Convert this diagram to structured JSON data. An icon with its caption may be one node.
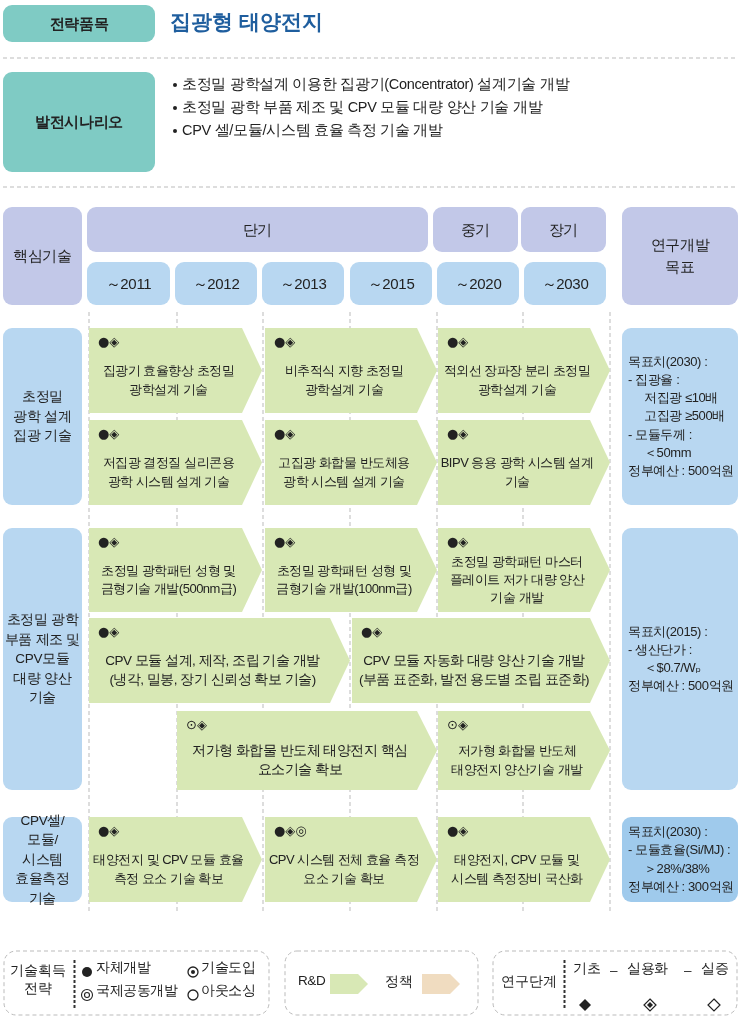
{
  "diagram": {
    "title": "집광형 태양전지",
    "nodes": [
      {
        "text": [
          "전략품목"
        ]
      },
      {
        "text": [
          "발전시나리오"
        ],
        "beside": [
          "초정밀 광학설계 이용한 집광기(Concentrator) 설계기술 개발",
          "초정밀 광학 부품 제조 및 CPV 모듈 대량 양산 기술 개발",
          "CPV 셀/모듈/시스템 효율 측정 기술 개발"
        ]
      },
      {
        "text": [
          "핵심기술"
        ]
      },
      {
        "text": [
          "단기"
        ]
      },
      {
        "text": [
          "중기"
        ]
      },
      {
        "text": [
          "장기"
        ]
      },
      {
        "text": [
          "연구개발 목표"
        ]
      },
      {
        "text": [
          "～2011"
        ]
      },
      {
        "text": [
          "～2012"
        ]
      },
      {
        "text": [
          "～2013"
        ]
      },
      {
        "text": [
          "～2015"
        ]
      },
      {
        "text": [
          "～2020"
        ]
      },
      {
        "text": [
          "～2030"
        ]
      },
      {
        "text": [
          "초정밀 광학 설계 집광 기술"
        ]
      },
      {
        "text": [
          "●◈",
          "집광기 효율향상 초정밀 광학설계 기술"
        ]
      },
      {
        "text": [
          "●◈",
          "비추적식 지향 초정밀 광학설계 기술"
        ]
      },
      {
        "text": [
          "●◈",
          "적외선 장파장 분리 초정밀 광학설계 기술"
        ]
      },
      {
        "text": [
          "●◈",
          "저집광 결정질 실리콘용 광학 시스템 설계 기술"
        ]
      },
      {
        "text": [
          "●◈",
          "고집광 화합물 반도체용 광학 시스템 설계 기술"
        ]
      },
      {
        "text": [
          "●◈",
          "BIPV 응용 광학 시스템 설계 기술"
        ]
      },
      {
        "text": [
          "목표치(2030) :",
          "- 집광율 :",
          "저집광 ≤10배",
          "고집광 ≥500배",
          "- 모듈두께 :",
          "＜50mm",
          "정부예산 : 500억원"
        ]
      },
      {
        "text": [
          "초정밀 광학 부품 제조 및 CPV모듈 대량 양산 기술"
        ]
      },
      {
        "text": [
          "●◈",
          "초정밀 광학패턴 성형 및 금형기술 개발(500nm급)"
        ]
      },
      {
        "text": [
          "●◈",
          "초정밀 광학패턴 성형 및 금형기술 개발(100nm급)"
        ]
      },
      {
        "text": [
          "●◈",
          "초정밀 광학패턴 마스터 플레이트 저가 대량 양산 기술 개발"
        ]
      },
      {
        "text": [
          "●◈",
          "CPV 모듈 설계, 제작, 조립 기술 개발 (냉각, 밀봉, 장기 신뢰성 확보 기술)"
        ]
      },
      {
        "text": [
          "●◈",
          "CPV 모듈 자동화 대량 양산 기술 개발 (부품 표준화, 발전 용도별 조립 표준화)"
        ]
      },
      {
        "text": [
          "⊙◈",
          "저가형 화합물 반도체 태양전지 핵심 요소기술 확보"
        ]
      },
      {
        "text": [
          "⊙◈",
          "저가형 화합물 반도체 태양전지 양산기술 개발"
        ]
      },
      {
        "text": [
          "목표치(2015) :",
          "- 생산단가 :",
          "＜$0.7/Wₚ",
          "정부예산 : 500억원"
        ]
      },
      {
        "text": [
          "CPV셀/ 모듈/시스템 효율측정 기술"
        ]
      },
      {
        "text": [
          "●◈",
          "태양전지 및 CPV 모듈 효율 측정 요소 기술 확보"
        ]
      },
      {
        "text": [
          "●◈◎",
          "CPV 시스템 전체 효율 측정 요소 기술 확보"
        ]
      },
      {
        "text": [
          "●◈",
          "태양전지, CPV 모듈 및 시스템 측정장비 국산화"
        ]
      },
      {
        "text": [
          "목표치(2030) :",
          "- 모듈효율(Si/MJ) :",
          "＞28%/38%",
          "정부예산 : 300억원"
        ]
      }
    ],
    "labels": [
      "기술획득 전략",
      "연구단계",
      "–",
      "–"
    ],
    "legend": [
      {
        "text": "자체개발"
      },
      {
        "text": "기술도입"
      },
      {
        "text": "국제공동개발"
      },
      {
        "text": "아웃소싱"
      },
      {
        "text": "R&D",
        "color": "#d8e8b5"
      },
      {
        "text": "정책",
        "color": "#f0dcc0"
      },
      {
        "text": "기초"
      },
      {
        "text": "실용화"
      },
      {
        "text": "실증"
      }
    ]
  }
}
